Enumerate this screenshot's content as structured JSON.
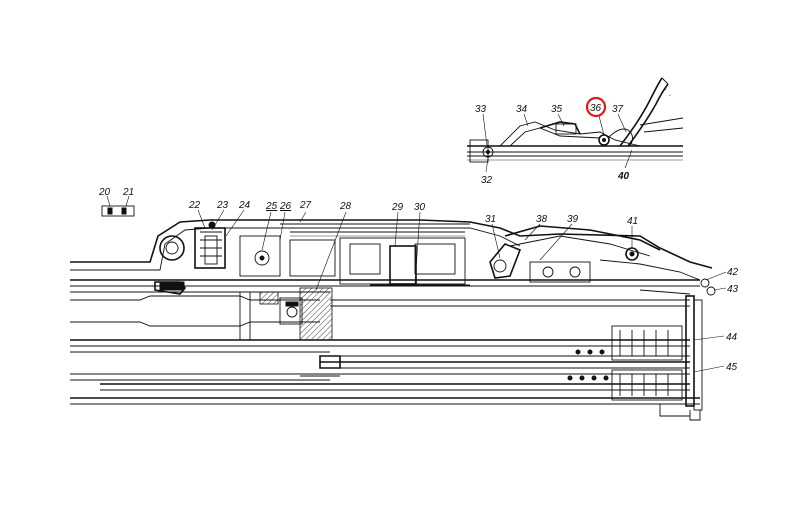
{
  "labels": [
    {
      "id": "20",
      "text": "20"
    },
    {
      "id": "21",
      "text": "21"
    },
    {
      "id": "22",
      "text": "22"
    },
    {
      "id": "23",
      "text": "23"
    },
    {
      "id": "24",
      "text": "24"
    },
    {
      "id": "25",
      "text": "25"
    },
    {
      "id": "26",
      "text": "26"
    },
    {
      "id": "27",
      "text": "27"
    },
    {
      "id": "28",
      "text": "28"
    },
    {
      "id": "29",
      "text": "29"
    },
    {
      "id": "30",
      "text": "30"
    },
    {
      "id": "31",
      "text": "31"
    },
    {
      "id": "32",
      "text": "32"
    },
    {
      "id": "33",
      "text": "33"
    },
    {
      "id": "34",
      "text": "34"
    },
    {
      "id": "35",
      "text": "35"
    },
    {
      "id": "36",
      "text": "36"
    },
    {
      "id": "37",
      "text": "37"
    },
    {
      "id": "38",
      "text": "38"
    },
    {
      "id": "39",
      "text": "39"
    },
    {
      "id": "40",
      "text": "40"
    },
    {
      "id": "41",
      "text": "41"
    },
    {
      "id": "42",
      "text": "42"
    },
    {
      "id": "43",
      "text": "43"
    },
    {
      "id": "44",
      "text": "44"
    },
    {
      "id": "45",
      "text": "45"
    }
  ],
  "highlight": {
    "label": "36",
    "color": "#e01919"
  }
}
